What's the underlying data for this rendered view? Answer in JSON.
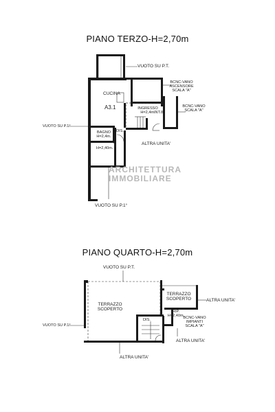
{
  "plans": {
    "upper": {
      "title": "PIANO TERZO-H=2,70m",
      "labels": {
        "vuoto_pt": "VUOTO SU P.T.",
        "bcnc_ascensore": "BCNC-VANO\nASCENSORE\nSCALA \"A\"",
        "cucina": "CUCINA",
        "unit_id": "A3.1",
        "ingresso": "INGRESSO\nH=2,4m.",
        "int": "INT.8",
        "bcnc_vano": "BCNC-VANO\nSCALA \"A\"",
        "vuoto_p1_left": "VUOTO SU P.1°",
        "bagno": "BAGNO\nH=2,4m.",
        "dis": "DIS.",
        "h_240": "H=2,40m.",
        "altra_unita": "ALTRA UNITA'",
        "vuoto_p1_bottom": "VUOTO SU P.1°"
      }
    },
    "lower": {
      "title": "PIANO QUARTO-H=2,70m",
      "labels": {
        "vuoto_pt": "VUOTO SU P.T.",
        "terrazzo_left": "TERRAZZO\nSCOPERTO",
        "terrazzo_right": "TERRAZZO\nSCOPERTO",
        "altra_unita_right": "ALTRA UNITA'",
        "dis": "DIS.",
        "rip": "RIP.\nH=2,40m.",
        "bcnc_impianti": "BCNC-VANO\nIMPIANTI\nSCALA \"A\"",
        "vuoto_p1_left": "VUOTO SU P.1°",
        "altra_unita_mid": "ALTRA UNITA'",
        "altra_unita_bottom": "ALTRA UNITA'"
      }
    }
  },
  "watermark": {
    "line1": "ARCHITETTURA",
    "line2": "IMMOBILIARE"
  }
}
